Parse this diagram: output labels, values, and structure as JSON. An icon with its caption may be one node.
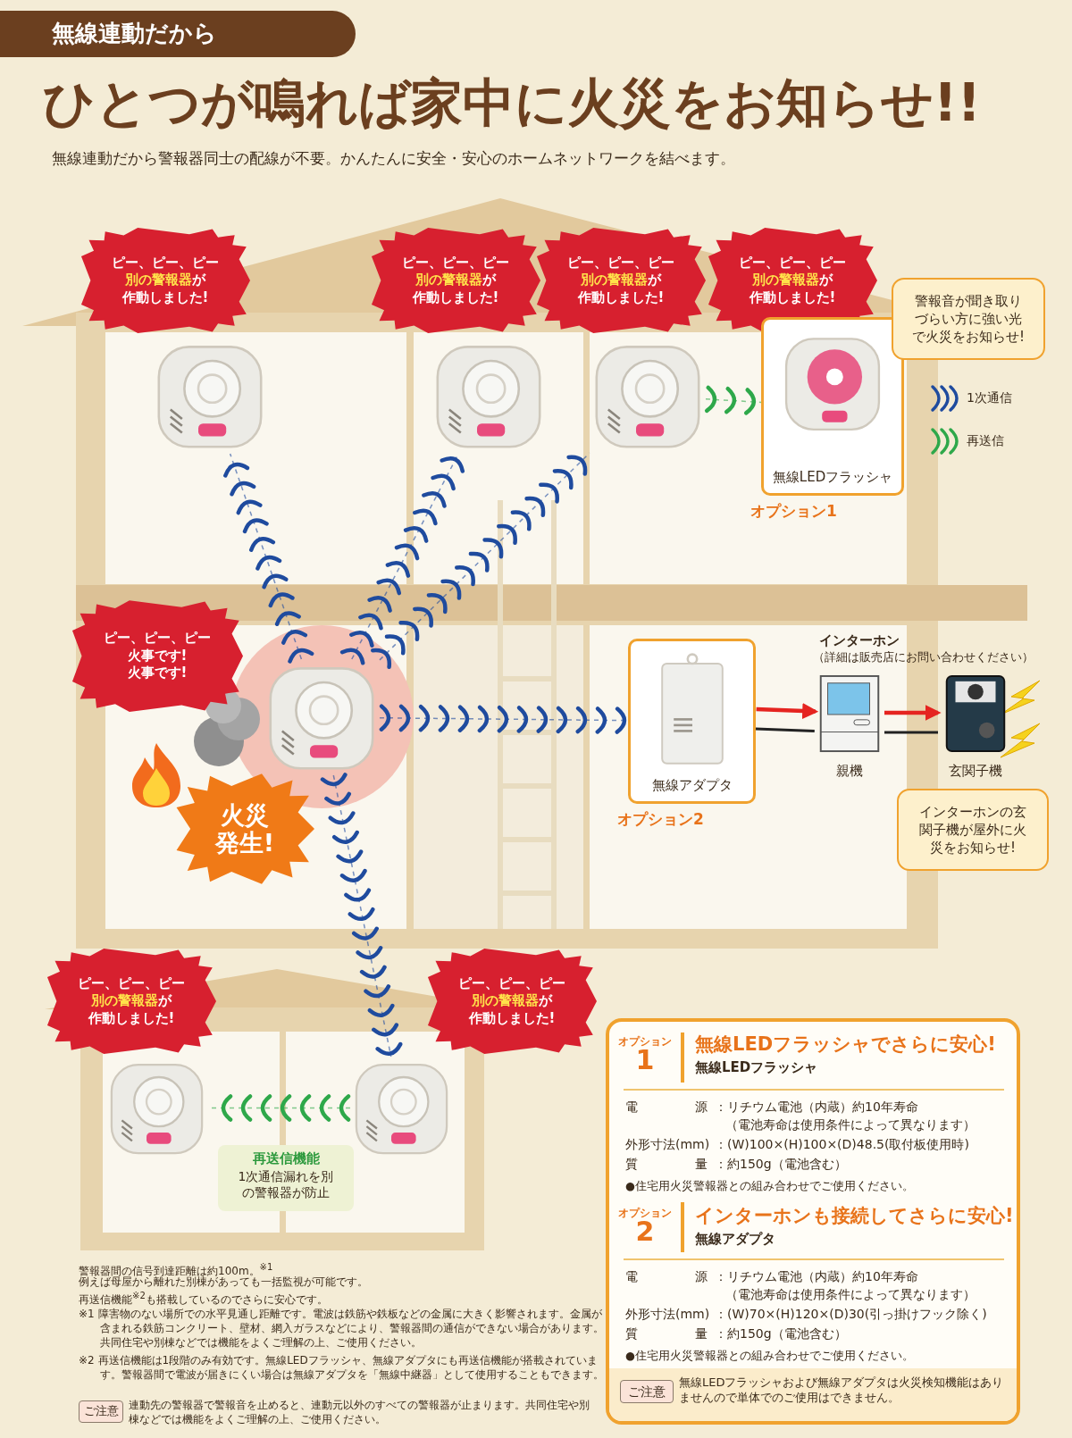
{
  "diagram": {
    "title": "ひとつが鳴れば家中に火災をお知らせ!!",
    "nodes": [
      {
        "text": [
          "ピー、ピー、ピー",
          "**別の警報器**が作動しました!"
        ]
      },
      {
        "text": [],
        "shape": "picture"
      },
      {
        "text": [
          "ピー、ピー、ピー",
          "**別の警報器**が作動しました!"
        ]
      },
      {
        "text": [],
        "shape": "picture"
      },
      {
        "text": [
          "ピー、ピー、ピー",
          "**別の警報器**が作動しました!"
        ]
      },
      {
        "text": [],
        "shape": "picture"
      },
      {
        "text": [
          "ピー、ピー、ピー",
          "**別の警報器**が作動しました!"
        ]
      },
      {
        "text": [
          "無線LEDフラッシャ"
        ],
        "beside": [
          "オプション1"
        ]
      },
      {
        "text": [
          "警報音が聞き取りづらい方に強い光で火災をお知らせ!"
        ]
      },
      {
        "text": [
          "ピー、ピー、ピー",
          "火事です!火事です!"
        ]
      },
      {
        "text": [],
        "shape": "picture"
      },
      {
        "text": [
          "火災発生!"
        ]
      },
      {
        "text": [
          "無線アダプタ"
        ],
        "beside": [
          "オプション2"
        ]
      },
      {
        "text": [
          "親機"
        ]
      },
      {
        "text": [
          "玄関子機"
        ]
      },
      {
        "text": [
          "インターホンの玄関子機が屋外に火災をお知らせ!"
        ]
      },
      {
        "text": [
          "ピー、ピー、ピー",
          "**別の警報器**が作動しました!"
        ]
      },
      {
        "text": [],
        "shape": "picture"
      },
      {
        "text": [
          "ピー、ピー、ピー",
          "**別の警報器**が作動しました!"
        ]
      },
      {
        "text": [],
        "shape": "picture"
      },
      {
        "text": [
          "再送信機能",
          "1次通信漏れを別の警報器が防止"
        ]
      }
    ],
    "edges": [
      {
        "from": 10,
        "to": 1,
        "arrow": "none",
        "style": "dashed"
      },
      {
        "from": 10,
        "to": 3,
        "arrow": "none",
        "style": "dashed"
      },
      {
        "from": 10,
        "to": 5,
        "arrow": "none",
        "style": "dashed"
      },
      {
        "from": 5,
        "to": 7,
        "arrow": "none",
        "style": "dashed",
        "color": "#2ea84a"
      },
      {
        "from": 10,
        "to": 12,
        "arrow": "none",
        "style": "dashed"
      },
      {
        "from": 10,
        "to": 19,
        "arrow": "none",
        "style": "dashed"
      },
      {
        "from": 19,
        "to": 17,
        "arrow": "none",
        "style": "dashed",
        "color": "#2ea84a"
      },
      {
        "from": 12,
        "to": 13,
        "arrow": "to",
        "color": "#e52420"
      },
      {
        "from": 12,
        "to": 13,
        "arrow": "none",
        "color": "#222222"
      },
      {
        "from": 13,
        "to": 14,
        "arrow": "to",
        "color": "#e52420"
      },
      {
        "from": 13,
        "to": 14,
        "arrow": "none",
        "color": "#222222"
      }
    ],
    "labels": [
      "無線連動だから",
      "無線連動だから警報器同士の配線が不要。かんたんに安全・安心のホームネットワークを結べます。",
      "インターホン",
      "（詳細は販売店にお問い合わせください）",
      "オプション",
      "1",
      "無線LEDフラッシャでさらに安心!",
      "無線LEDフラッシャ",
      "電源",
      "：リチウム電池（内蔵）約10年寿命",
      "（電池寿命は使用条件によって異なります）",
      "外形寸法(mm)",
      "：(W)100×(H)100×(D)48.5(取付板使用時)",
      "質量",
      "：約150g（電池含む）",
      "●住宅用火災警報器との組み合わせでご使用ください。",
      "オプション",
      "2",
      "インターホンも接続してさらに安心!",
      "無線アダプタ",
      "電源",
      "：リチウム電池（内蔵）約10年寿命",
      "（電池寿命は使用条件によって異なります）",
      "外形寸法(mm)",
      "：(W)70×(H)120×(D)30(引っ掛けフック除く)",
      "質量",
      "：約150g（電池含む）",
      "●住宅用火災警報器との組み合わせでご使用ください。",
      "ご注意",
      "無線LEDフラッシャおよび無線アダプタは火災検知機能はありませんので単体でのご使用はできません。",
      "警報器間の信号到達距離は約100m。$^{※1}$",
      "例えば母屋から離れた別棟があっても一括監視が可能です。",
      "再送信機能$^{※2}$も搭載しているのでさらに安心です。",
      "※1 障害物のない場所での水平見通し距離です。電波は鉄筋や鉄板などの金属に大きく影響されます。金属が含まれる鉄筋コンクリート、壁材、網入ガラスなどにより、警報器間の通信ができない場合があります。共同住宅や別棟などでは機能をよくご理解の上、ご使用ください。",
      "※2 再送信機能は1段階のみ有効です。無線LEDフラッシャ、無線アダプタにも再送信機能が搭載されています。警報器間で電波が届きにくい場合は無線アダプタを「無線中継器」として使用することもできます。",
      "ご注意",
      "連動先の警報器で警報音を止めると、連動元以外のすべての警報器が止まります。共同住宅や別棟などでは機能をよくご理解の上、ご使用ください。"
    ],
    "legend": [
      {
        "text": "1次通信"
      },
      {
        "text": "再送信"
      }
    ]
  }
}
